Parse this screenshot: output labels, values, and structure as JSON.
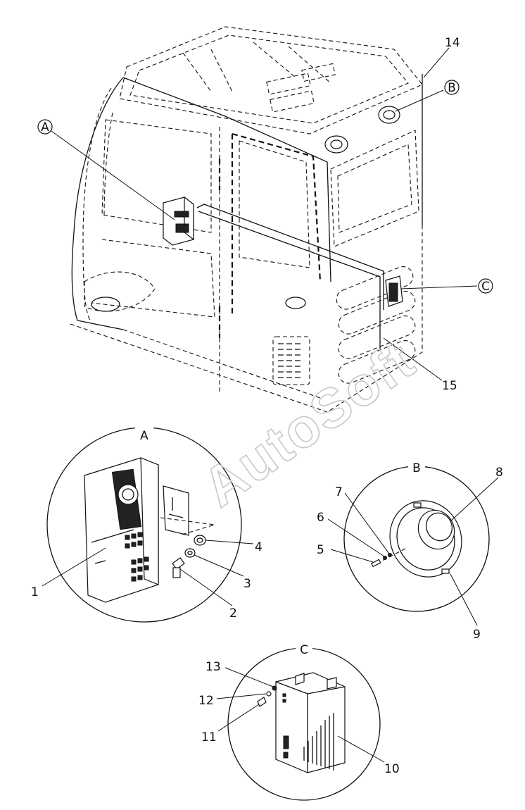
{
  "watermark": "AutoSoft",
  "detail_labels": {
    "A": "A",
    "B": "B",
    "C": "C"
  },
  "callouts_cab": {
    "A": "A",
    "B": "B",
    "C": "C",
    "p14": "14",
    "p15": "15"
  },
  "parts": {
    "p1": "1",
    "p2": "2",
    "p3": "3",
    "p4": "4",
    "p5": "5",
    "p6": "6",
    "p7": "7",
    "p8": "8",
    "p9": "9",
    "p10": "10",
    "p11": "11",
    "p12": "12",
    "p13": "13"
  }
}
